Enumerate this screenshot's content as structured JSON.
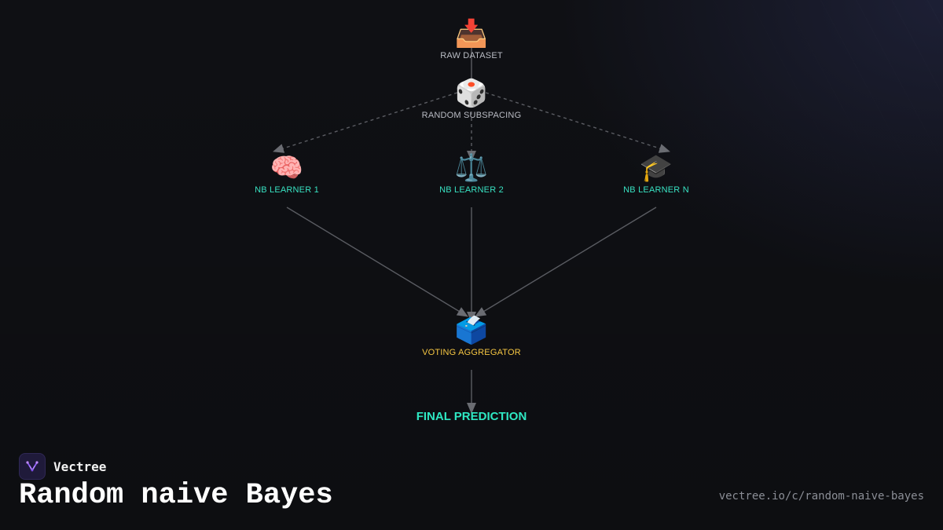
{
  "diagram": {
    "nodes": {
      "raw_dataset": {
        "icon": "inbox-tray-icon",
        "emoji": "📥",
        "label": "RAW DATASET"
      },
      "random_subspacing": {
        "icon": "dice-icon",
        "emoji": "🎲",
        "label": "RANDOM SUBSPACING"
      },
      "learner_1": {
        "icon": "brain-icon",
        "emoji": "🧠",
        "label": "NB LEARNER 1"
      },
      "learner_2": {
        "icon": "balance-scale-icon",
        "emoji": "⚖️",
        "label": "NB LEARNER 2"
      },
      "learner_n": {
        "icon": "graduation-cap-icon",
        "emoji": "🎓",
        "label": "NB LEARNER N"
      },
      "voting_aggregator": {
        "icon": "ballot-box-icon",
        "emoji": "🗳️",
        "label": "VOTING AGGREGATOR"
      },
      "final_prediction": {
        "label": "FINAL PREDICTION"
      }
    },
    "edges": [
      {
        "from": "raw_dataset",
        "to": "random_subspacing",
        "style": "solid"
      },
      {
        "from": "random_subspacing",
        "to": "learner_1",
        "style": "dashed"
      },
      {
        "from": "random_subspacing",
        "to": "learner_2",
        "style": "dashed"
      },
      {
        "from": "random_subspacing",
        "to": "learner_n",
        "style": "dashed"
      },
      {
        "from": "learner_1",
        "to": "voting_aggregator",
        "style": "solid"
      },
      {
        "from": "learner_2",
        "to": "voting_aggregator",
        "style": "solid"
      },
      {
        "from": "learner_n",
        "to": "voting_aggregator",
        "style": "solid"
      },
      {
        "from": "voting_aggregator",
        "to": "final_prediction",
        "style": "solid"
      }
    ]
  },
  "footer": {
    "brand_name": "Vectree",
    "title": "Random naive Bayes",
    "url": "vectree.io/c/random-naive-bayes"
  },
  "colors": {
    "background": "#0f1014",
    "edge": "#5a5c62",
    "learner_label": "#38e2c2",
    "aggregator_label": "#f5c542",
    "final_label": "#2ee8c3",
    "muted_label": "#b9bcc4"
  }
}
